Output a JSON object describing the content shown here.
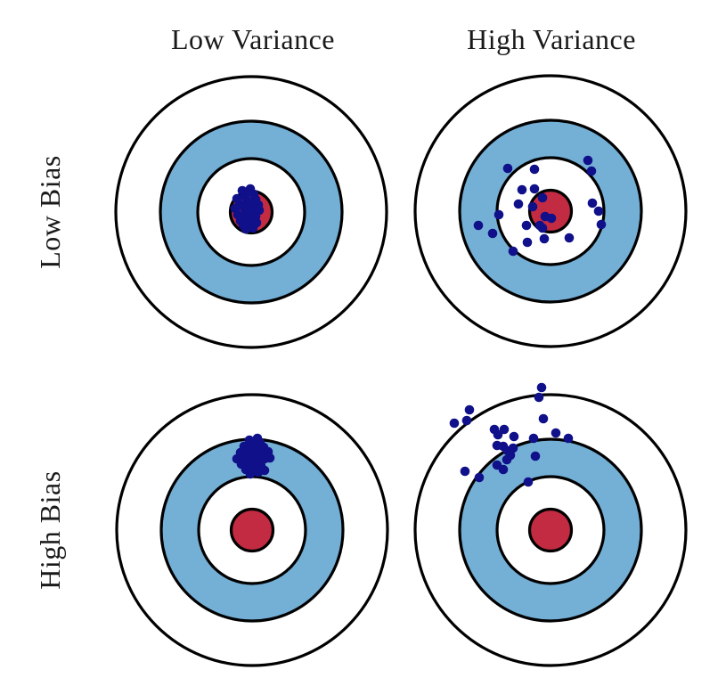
{
  "figure": {
    "background": "#ffffff",
    "column_headers": [
      {
        "label": "Low Variance"
      },
      {
        "label": "High Variance"
      }
    ],
    "row_headers": [
      {
        "label": "Low Bias"
      },
      {
        "label": "High Bias"
      }
    ]
  },
  "colors": {
    "ring_stroke": "#000000",
    "ring_white": "#ffffff",
    "ring_blue": "#74AFD6",
    "bullseye_red": "#C32B42",
    "point_navy": "#10108A",
    "text": "#1a1a1a"
  },
  "target_geometry": {
    "ring_radii": [
      152,
      102,
      60,
      23.5
    ],
    "ring_fills": [
      "ring_white",
      "ring_blue",
      "ring_white",
      "bullseye_red"
    ],
    "stroke_width": 3.2,
    "point_radius": 5.3
  },
  "chart_data": {
    "type": "scatter",
    "title": "",
    "panels": [
      {
        "id": "low-bias-low-variance",
        "bias": "Low Bias",
        "variance": "Low Variance",
        "center": [
          282,
          238
        ],
        "points": [
          [
            272,
            214
          ],
          [
            281,
            212
          ],
          [
            266,
            223
          ],
          [
            275,
            220
          ],
          [
            285,
            218
          ],
          [
            269,
            229
          ],
          [
            278,
            226
          ],
          [
            287,
            224
          ],
          [
            264,
            234
          ],
          [
            274,
            233
          ],
          [
            282,
            231
          ],
          [
            290,
            230
          ],
          [
            267,
            241
          ],
          [
            276,
            240
          ],
          [
            284,
            238
          ],
          [
            291,
            236
          ],
          [
            270,
            248
          ],
          [
            279,
            245
          ],
          [
            287,
            243
          ],
          [
            273,
            253
          ],
          [
            281,
            252
          ],
          [
            288,
            250
          ],
          [
            276,
            257
          ],
          [
            284,
            256
          ],
          [
            278,
            235
          ]
        ]
      },
      {
        "id": "low-bias-high-variance",
        "bias": "Low Bias",
        "variance": "High Variance",
        "center": [
          618,
          237
        ],
        "points": [
          [
            570,
            189
          ],
          [
            600,
            190
          ],
          [
            660,
            180
          ],
          [
            664,
            192
          ],
          [
            586,
            213
          ],
          [
            600,
            212
          ],
          [
            582,
            229
          ],
          [
            598,
            232
          ],
          [
            609,
            222
          ],
          [
            560,
            241
          ],
          [
            537,
            253
          ],
          [
            553,
            262
          ],
          [
            591,
            253
          ],
          [
            606,
            253
          ],
          [
            612,
            243
          ],
          [
            619,
            245
          ],
          [
            609,
            256
          ],
          [
            611,
            268
          ],
          [
            592,
            272
          ],
          [
            639,
            267
          ],
          [
            665,
            228
          ],
          [
            672,
            237
          ],
          [
            675,
            252
          ],
          [
            576,
            282
          ]
        ]
      },
      {
        "id": "high-bias-low-variance",
        "bias": "High Bias",
        "variance": "Low Variance",
        "center": [
          283,
          595
        ],
        "points": [
          [
            280,
            494
          ],
          [
            289,
            492
          ],
          [
            274,
            501
          ],
          [
            283,
            499
          ],
          [
            292,
            497
          ],
          [
            270,
            508
          ],
          [
            279,
            506
          ],
          [
            288,
            504
          ],
          [
            296,
            502
          ],
          [
            266,
            515
          ],
          [
            275,
            513
          ],
          [
            284,
            511
          ],
          [
            293,
            509
          ],
          [
            301,
            507
          ],
          [
            271,
            521
          ],
          [
            280,
            519
          ],
          [
            289,
            517
          ],
          [
            297,
            515
          ],
          [
            276,
            527
          ],
          [
            285,
            525
          ],
          [
            293,
            523
          ],
          [
            281,
            532
          ],
          [
            290,
            530
          ],
          [
            297,
            528
          ],
          [
            303,
            514
          ]
        ]
      },
      {
        "id": "high-bias-high-variance",
        "bias": "High Bias",
        "variance": "High Variance",
        "center": [
          618,
          595
        ],
        "points": [
          [
            608,
            435
          ],
          [
            605,
            446
          ],
          [
            527,
            460
          ],
          [
            524,
            472
          ],
          [
            510,
            475
          ],
          [
            610,
            470
          ],
          [
            555,
            482
          ],
          [
            566,
            482
          ],
          [
            559,
            488
          ],
          [
            577,
            490
          ],
          [
            599,
            492
          ],
          [
            624,
            486
          ],
          [
            638,
            492
          ],
          [
            558,
            500
          ],
          [
            565,
            501
          ],
          [
            570,
            506
          ],
          [
            576,
            503
          ],
          [
            573,
            511
          ],
          [
            569,
            516
          ],
          [
            601,
            512
          ],
          [
            558,
            522
          ],
          [
            565,
            527
          ],
          [
            522,
            529
          ],
          [
            538,
            536
          ],
          [
            593,
            541
          ]
        ]
      }
    ]
  }
}
